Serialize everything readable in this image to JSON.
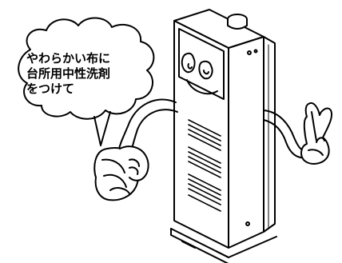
{
  "illustration": {
    "ink_color": "#000000",
    "paper_color": "#ffffff",
    "speech_bubble": {
      "lines": [
        "やわらかい布に",
        "台所用中性洗剤",
        "をつけて"
      ]
    },
    "subjects": [
      "cartoon-water-heater",
      "cleaning-cloth",
      "peace-sign-hand"
    ]
  }
}
